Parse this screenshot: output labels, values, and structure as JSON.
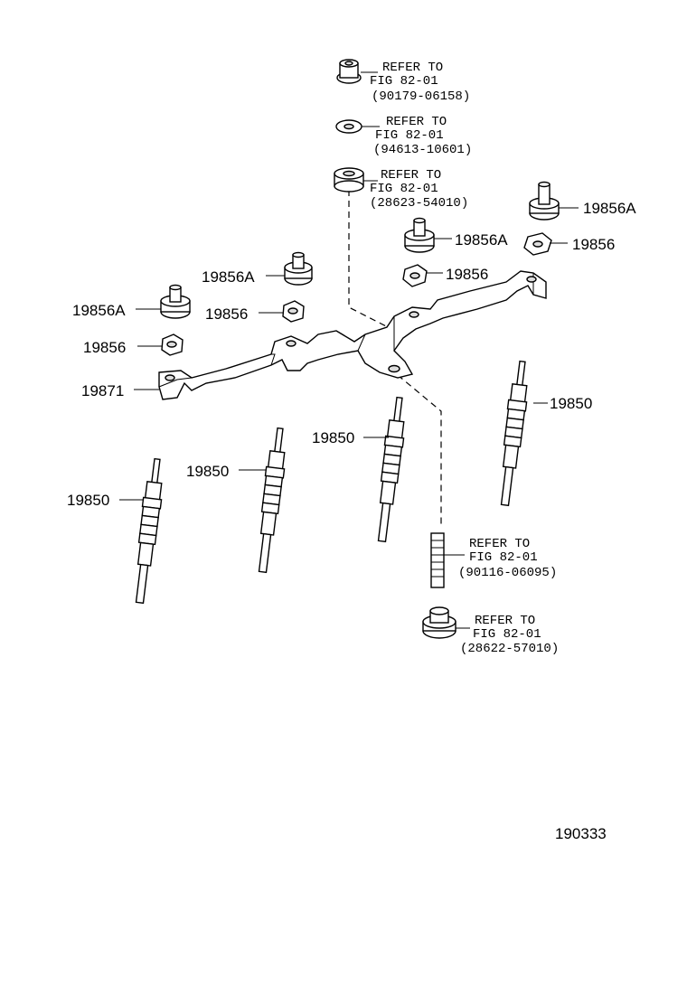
{
  "callouts": {
    "p19856A_a": "19856A",
    "p19856A_b": "19856A",
    "p19856A_c": "19856A",
    "p19856A_d": "19856A",
    "p19856_a": "19856",
    "p19856_b": "19856",
    "p19856_c": "19856",
    "p19856_d": "19856",
    "p19871": "19871",
    "p19850_a": "19850",
    "p19850_b": "19850",
    "p19850_c": "19850",
    "p19850_d": "19850"
  },
  "refer_notes": [
    {
      "line1": "REFER TO",
      "line2": "FIG 82-01",
      "line3": "(90179-06158)"
    },
    {
      "line1": "REFER TO",
      "line2": "FIG 82-01",
      "line3": "(94613-10601)"
    },
    {
      "line1": "REFER TO",
      "line2": "FIG 82-01",
      "line3": "(28623-54010)"
    },
    {
      "line1": "REFER TO",
      "line2": "FIG 82-01",
      "line3": "(90116-06095)"
    },
    {
      "line1": "REFER TO",
      "line2": "FIG 82-01",
      "line3": "(28622-57010)"
    }
  ],
  "figure_number": "190333"
}
